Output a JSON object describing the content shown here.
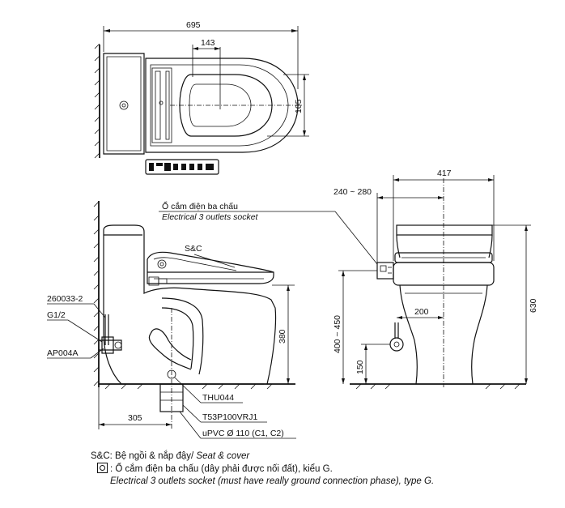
{
  "dimensions": {
    "top_width": "695",
    "top_143": "143",
    "top_105": "105",
    "front_width": "417",
    "front_range": "240 ~ 280",
    "front_630": "630",
    "front_200": "200",
    "front_height_range": "400 ~ 450",
    "front_150": "150",
    "side_380": "380",
    "side_305": "305"
  },
  "labels": {
    "socket_vi": "Ổ cắm điện ba chấu",
    "socket_en": "Electrical 3 outlets socket",
    "sc": "S&C",
    "part_260033": "260033-2",
    "part_g12": "G1/2",
    "part_ap004a": "AP004A",
    "part_thu044": "THU044",
    "part_t53": "T53P100VRJ1",
    "part_upvc": "uPVC Ø 110 (C1, C2)"
  },
  "legend": {
    "sc_vi": "S&C: Bệ ngồi & nắp đậy/",
    "sc_en": "Seat & cover",
    "socket_vi": ": Ổ cắm điện ba chấu (dây phải được nối đất), kiểu G.",
    "socket_en": "Electrical 3 outlets socket (must have really ground connection phase), type G."
  }
}
